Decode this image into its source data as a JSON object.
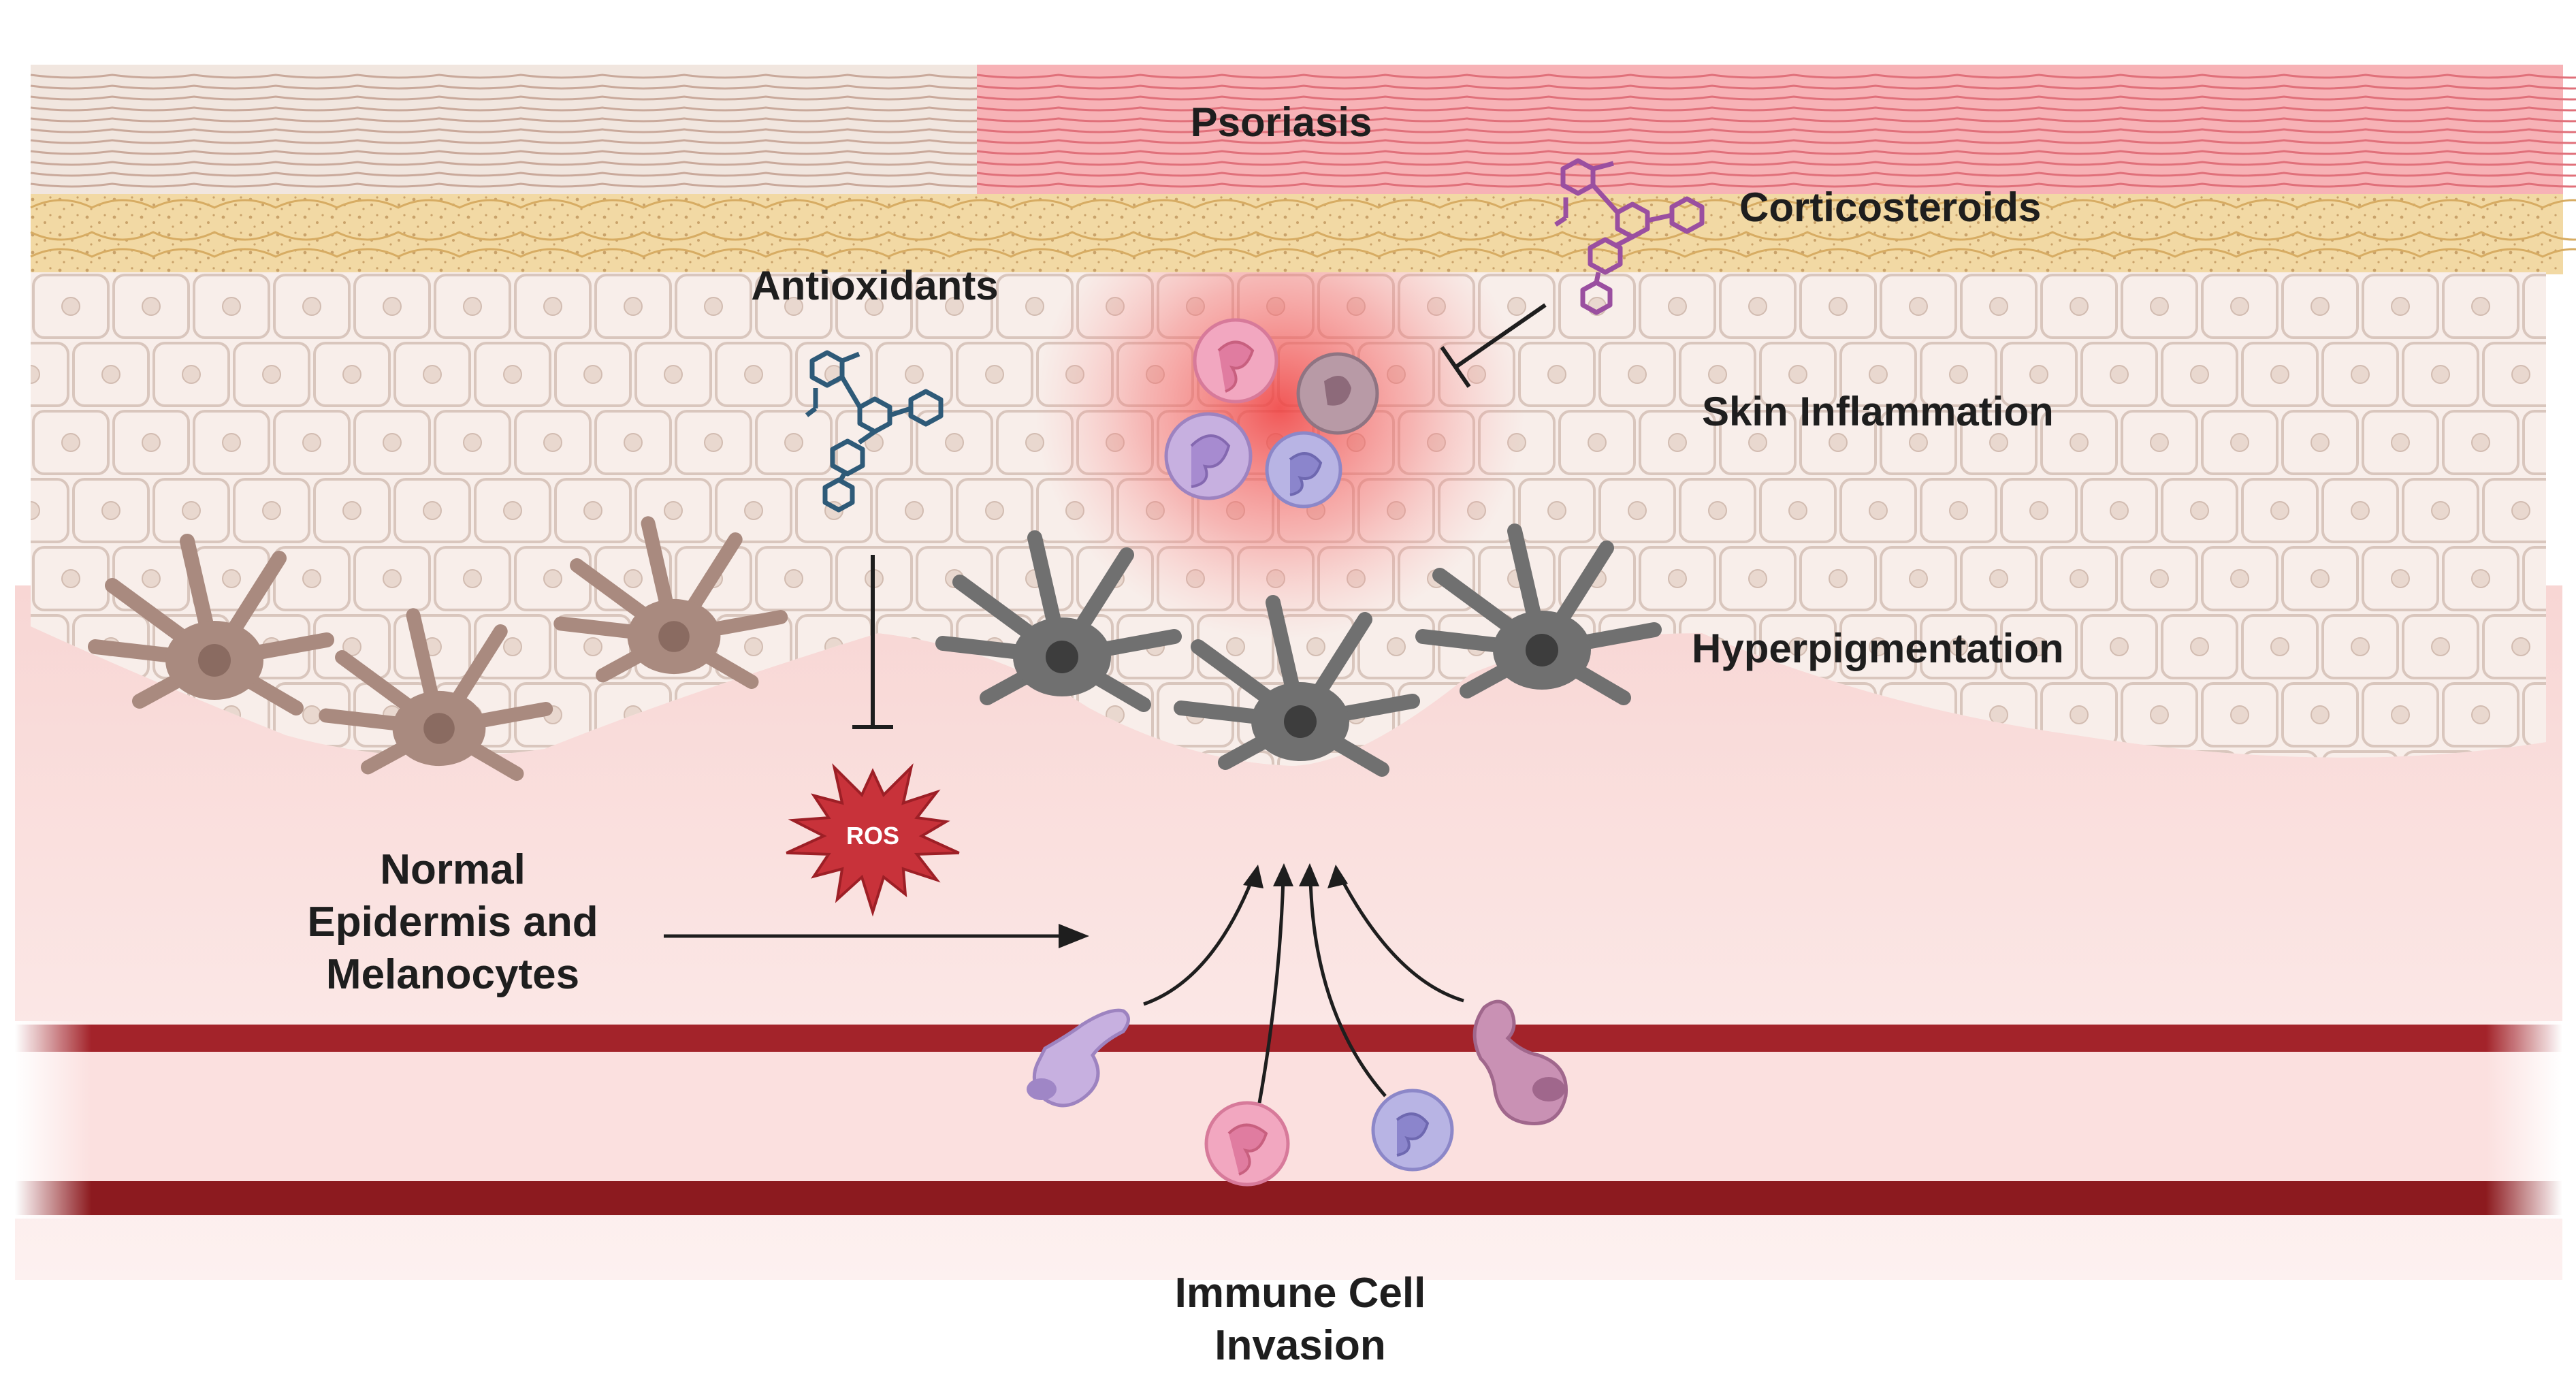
{
  "labels": {
    "psoriasis": "Psoriasis",
    "corticosteroids": "Corticosteroids",
    "antioxidants": "Antioxidants",
    "skin_inflammation": "Skin Inflammation",
    "hyperpigmentation": "Hyperpigmentation",
    "ros": "ROS",
    "normal_line1": "Normal",
    "normal_line2": "Epidermis and",
    "normal_line3": "Melanocytes",
    "immune_line1": "Immune Cell",
    "immune_line2": "Invasion"
  },
  "colors": {
    "stratum_corneum_normal": "#e8d8cf",
    "stratum_corneum_psoriasis": "#f4a6ab",
    "granular_layer": "#f2d9a4",
    "keratinocyte_fill": "#f8eeea",
    "keratinocyte_edge": "#d9c6bd",
    "dermis": "#fbe3e1",
    "vessel_wall": "#8c1a1f",
    "vessel_lumen": "#f9d6d6",
    "normal_melanocyte": "#a98a7f",
    "hyper_melanocyte": "#6f6f6f",
    "inflammation": "#f25b5b",
    "antioxidant_molecule": "#2e5a78",
    "corticosteroid_molecule": "#9a4fa0",
    "ros_burst": "#c8323a",
    "arrow": "#1e1e1e"
  },
  "icons": [
    "antioxidant-molecule-icon",
    "corticosteroid-molecule-icon",
    "ros-burst-icon",
    "melanocyte-icon",
    "immune-cell-icon",
    "inhibition-arrow-icon"
  ]
}
